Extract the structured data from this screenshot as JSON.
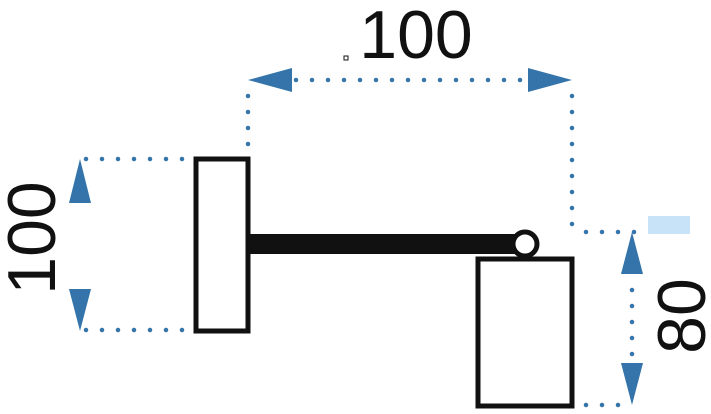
{
  "dimensions": {
    "width": {
      "value": "100"
    },
    "height_left": {
      "value": "100"
    },
    "height_right": {
      "value": "80"
    }
  },
  "colors": {
    "arrow": "#3474aa",
    "dots": "#3474aa",
    "outline": "#111111",
    "highlight": "#c8e3f7"
  }
}
